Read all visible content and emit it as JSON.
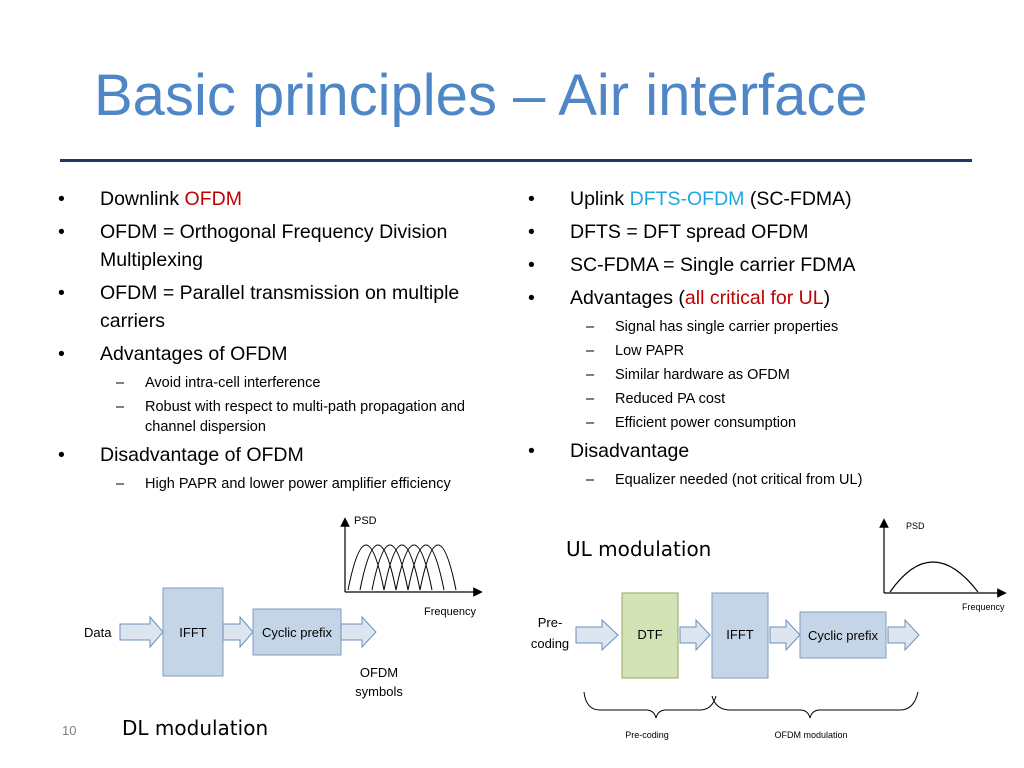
{
  "title": "Basic principles – Air interface",
  "left": {
    "b1_pre": "Downlink ",
    "b1_hl": "OFDM",
    "b2": "OFDM = Orthogonal Frequency Division Multiplexing",
    "b3": "OFDM = Parallel transmission on multiple carriers",
    "b4": "Advantages of OFDM",
    "b4_subs": [
      "Avoid intra-cell interference",
      "Robust with respect to multi-path propagation and channel dispersion"
    ],
    "b5": "Disadvantage of OFDM",
    "b5_subs": [
      "High PAPR and lower power amplifier efficiency"
    ]
  },
  "right": {
    "b1_pre": "Uplink ",
    "b1_hl": "DFTS-OFDM",
    "b1_post": " (SC-FDMA)",
    "b2": "DFTS = DFT spread OFDM",
    "b3": "SC-FDMA = Single carrier FDMA",
    "b4_pre": "Advantages (",
    "b4_hl": "all critical for UL",
    "b4_post": ")",
    "b4_subs": [
      "Signal has single carrier properties",
      "Low PAPR",
      "Similar hardware as OFDM",
      "Reduced PA cost",
      "Efficient power consumption"
    ],
    "b5": "Disadvantage",
    "b5_subs": [
      "Equalizer needed (not critical from UL)"
    ]
  },
  "bullet_char": "•",
  "dash_char": "–",
  "dl_diagram": {
    "input": "Data",
    "block1": "IFFT",
    "block2": "Cyclic prefix",
    "output_line1": "OFDM",
    "output_line2": "symbols",
    "psd_label": "PSD",
    "freq_label": "Frequency"
  },
  "ul_diagram": {
    "input_line1": "Pre-",
    "input_line2": "coding",
    "block1": "DTF",
    "block2": "IFFT",
    "block3": "Cyclic prefix",
    "psd_label": "PSD",
    "freq_label": "Frequency",
    "group1": "Pre-coding",
    "group2": "OFDM modulation"
  },
  "captions": {
    "ul": "UL modulation",
    "dl": "DL modulation"
  },
  "page_number": "10",
  "colors": {
    "title": "#4f86c6",
    "rule": "#1f3864",
    "highlight_red": "#c00000",
    "highlight_cyan": "#1fa5e0",
    "block_blue": "#c5d5e8",
    "block_green": "#d4e3b5"
  }
}
